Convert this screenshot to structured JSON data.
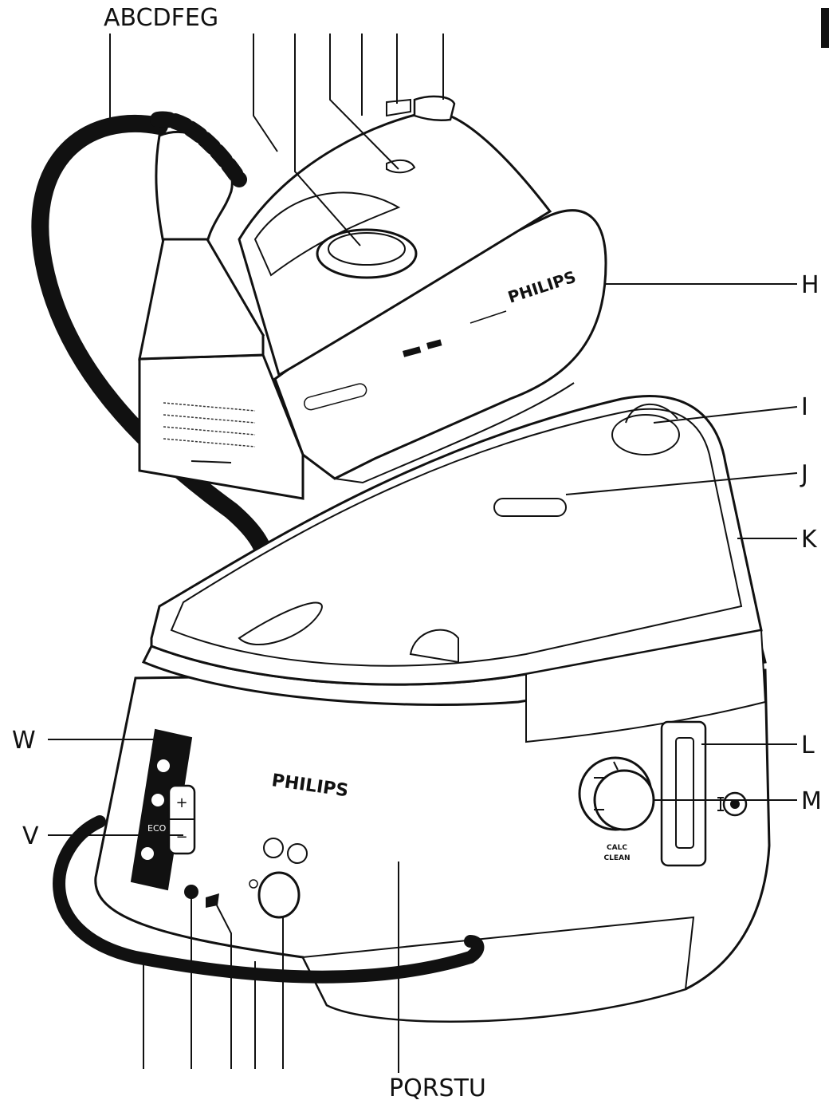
{
  "callouts": {
    "top": "ABCDFEG",
    "h": "H",
    "i": "I",
    "j": "J",
    "k": "K",
    "l": "L",
    "m": "M",
    "w": "W",
    "v": "V",
    "bottom": "PQRSTU"
  },
  "brand": {
    "iron": "PHILIPS",
    "base": "PHILIPS"
  },
  "controls": {
    "plus": "+",
    "minus": "−",
    "eco": "ECO",
    "calc_clean_line1": "CALC",
    "calc_clean_line2": "CLEAN"
  },
  "tab_marker": "I"
}
